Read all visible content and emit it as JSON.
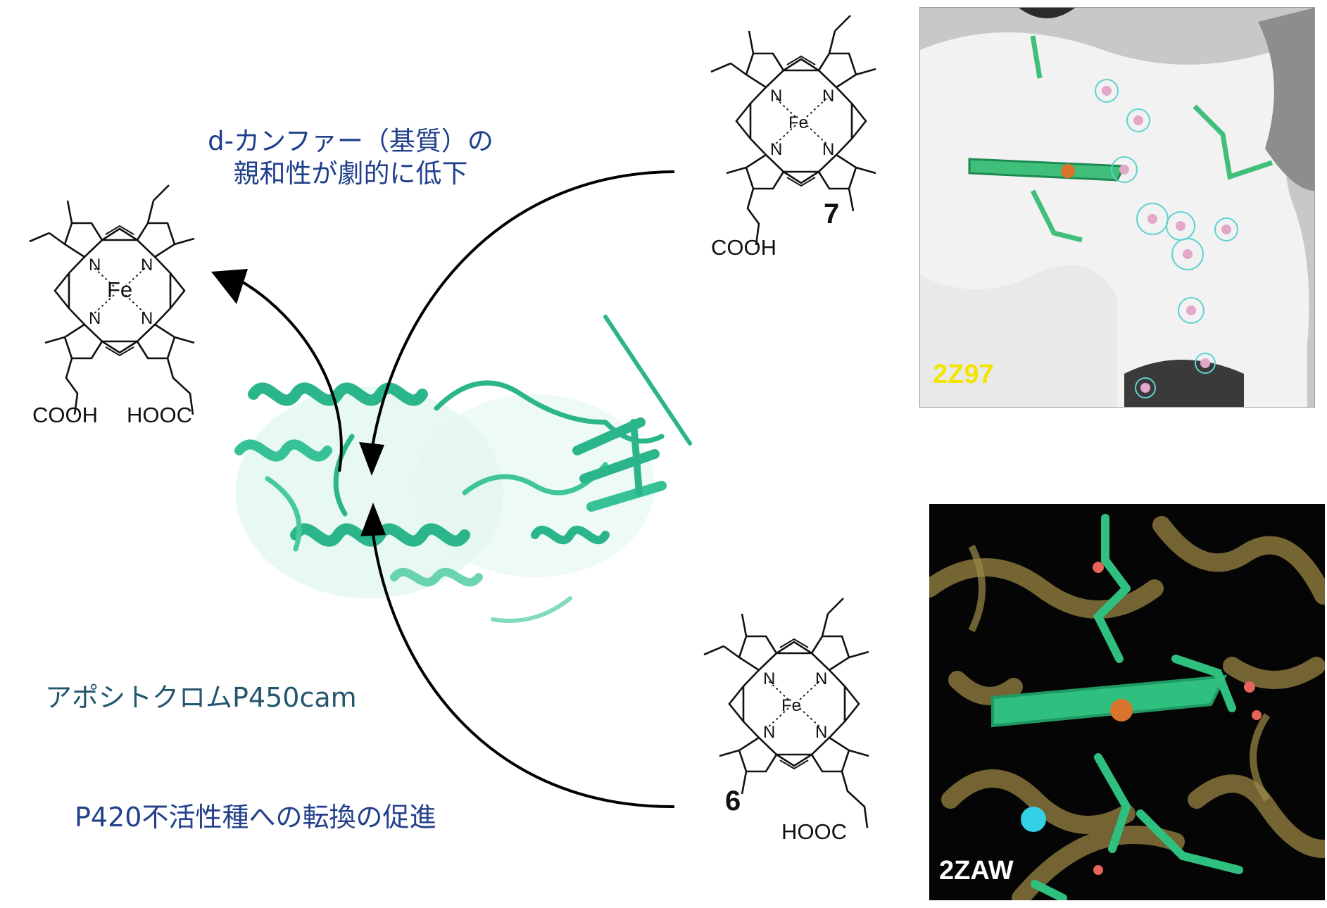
{
  "captions": {
    "affinity_line1": "d-カンファー（基質）の",
    "affinity_line2": "親和性が劇的に低下",
    "apoprotein": "アポシトクロムP450cam",
    "conversion": "P420不活性種への転換の促進"
  },
  "compounds": {
    "top_label": "7",
    "bottom_label": "6",
    "top_acid": "COOH",
    "bottom_acid": "HOOC",
    "left_acid_1": "COOH",
    "left_acid_2": "HOOC",
    "metal": "Fe",
    "nitrogen": "N"
  },
  "panels": {
    "top_pdb": "2Z97",
    "bottom_pdb": "2ZAW"
  },
  "colors": {
    "protein_ribbon": "#2bb58a",
    "top_label": "#f2e600",
    "bottom_label": "#ffffff",
    "caption_blue": "#1f3e8c"
  }
}
